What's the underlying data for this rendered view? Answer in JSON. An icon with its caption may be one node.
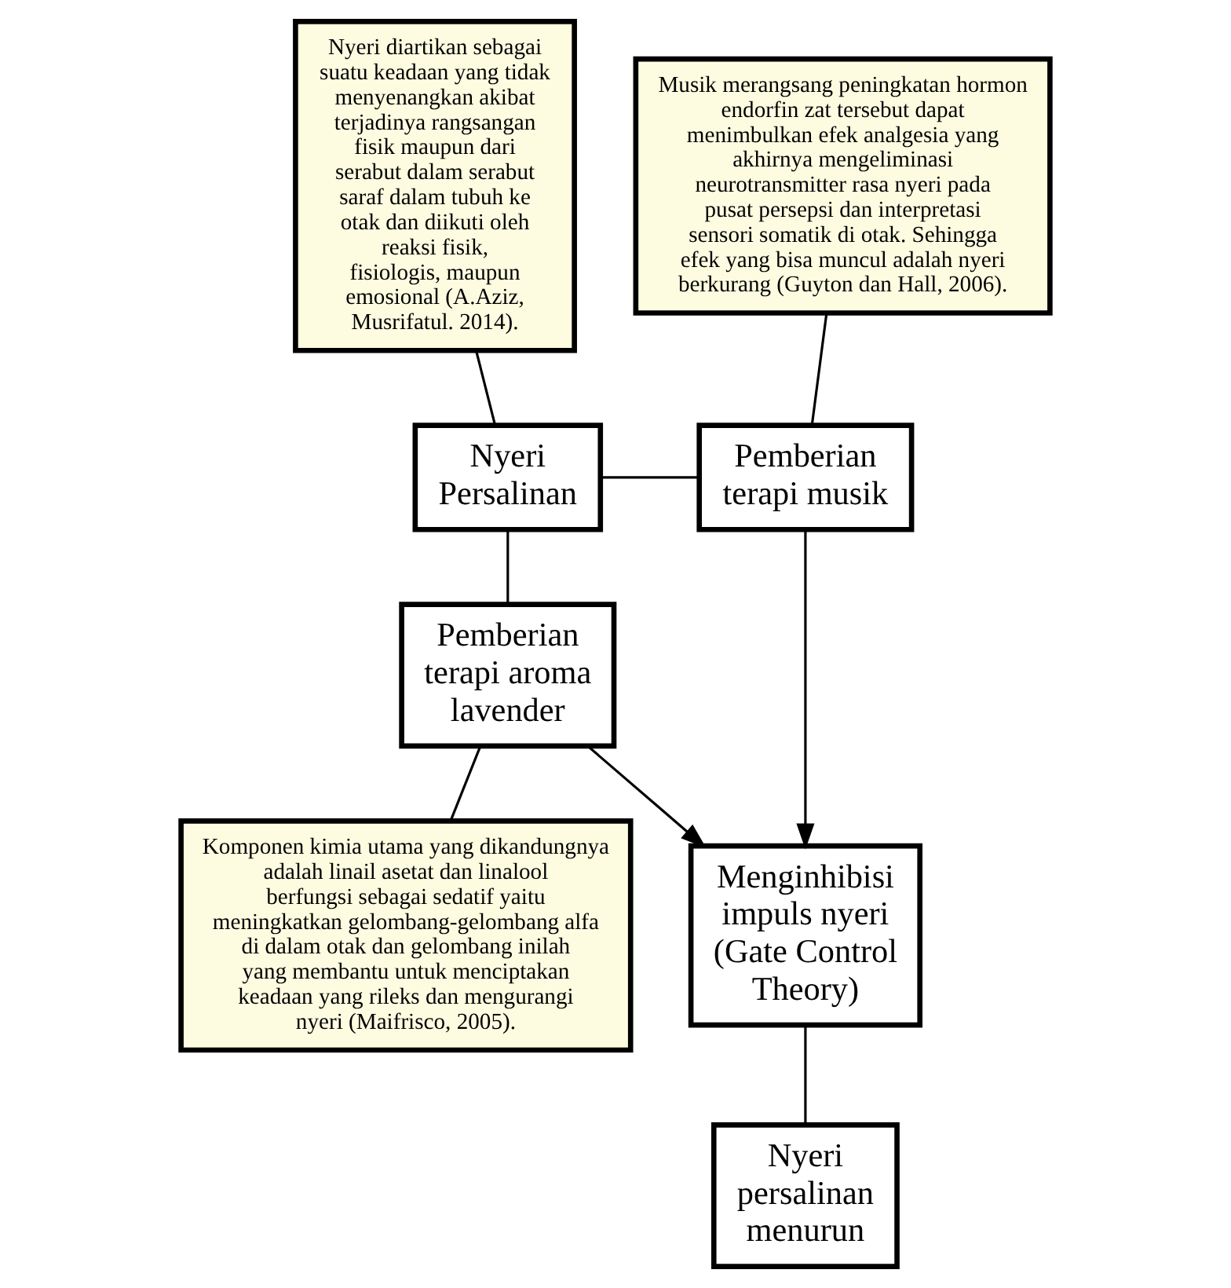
{
  "diagram": {
    "nodes": [
      {
        "text": [
          "Nyeri diartikan sebagai suatu keadaan yang tidak menyenangkan akibat terjadinya rangsangan fisik maupun dari serabut dalam serabut saraf dalam tubuh ke otak dan diikuti oleh reaksi fisik, fisiologis, maupun emosional (A.Aziz, Musrifatul. 2014)."
        ]
      },
      {
        "text": [
          "Musik merangsang peningkatan hormon endorfin zat tersebut dapat menimbulkan efek analgesia yang akhirnya mengeliminasi neurotransmitter rasa nyeri pada pusat persepsi dan interpretasi sensori somatik di otak. Sehingga efek yang bisa muncul adalah nyeri berkurang (Guyton dan Hall, 2006)."
        ]
      },
      {
        "text": [
          "Nyeri Persalinan"
        ]
      },
      {
        "text": [
          "Pemberian terapi musik"
        ]
      },
      {
        "text": [
          "Pemberian terapi aroma lavender"
        ]
      },
      {
        "text": [
          "Menginhibisi impuls nyeri (Gate Control Theory)"
        ]
      },
      {
        "text": [
          "Nyeri persalinan menurun"
        ]
      },
      {
        "text": [
          "Komponen kimia utama yang dikandungnya adalah linail asetat dan linalool berfungsi sebagai sedatif yaitu meningkatkan gelombang-gelombang alfa di dalam otak dan gelombang inilah yang membantu untuk menciptakan keadaan yang rileks dan mengurangi nyeri (Maifrisco, 2005)."
        ]
      }
    ],
    "edges": [
      {
        "from": 0,
        "to": 2,
        "arrow": "none"
      },
      {
        "from": 1,
        "to": 3,
        "arrow": "none"
      },
      {
        "from": 2,
        "to": 3,
        "arrow": "none"
      },
      {
        "from": 2,
        "to": 4,
        "arrow": "none"
      },
      {
        "from": 3,
        "to": 5,
        "arrow": "to"
      },
      {
        "from": 4,
        "to": 5,
        "arrow": "to"
      },
      {
        "from": 5,
        "to": 6,
        "arrow": "none"
      },
      {
        "from": 4,
        "to": 7,
        "arrow": "none"
      }
    ]
  }
}
